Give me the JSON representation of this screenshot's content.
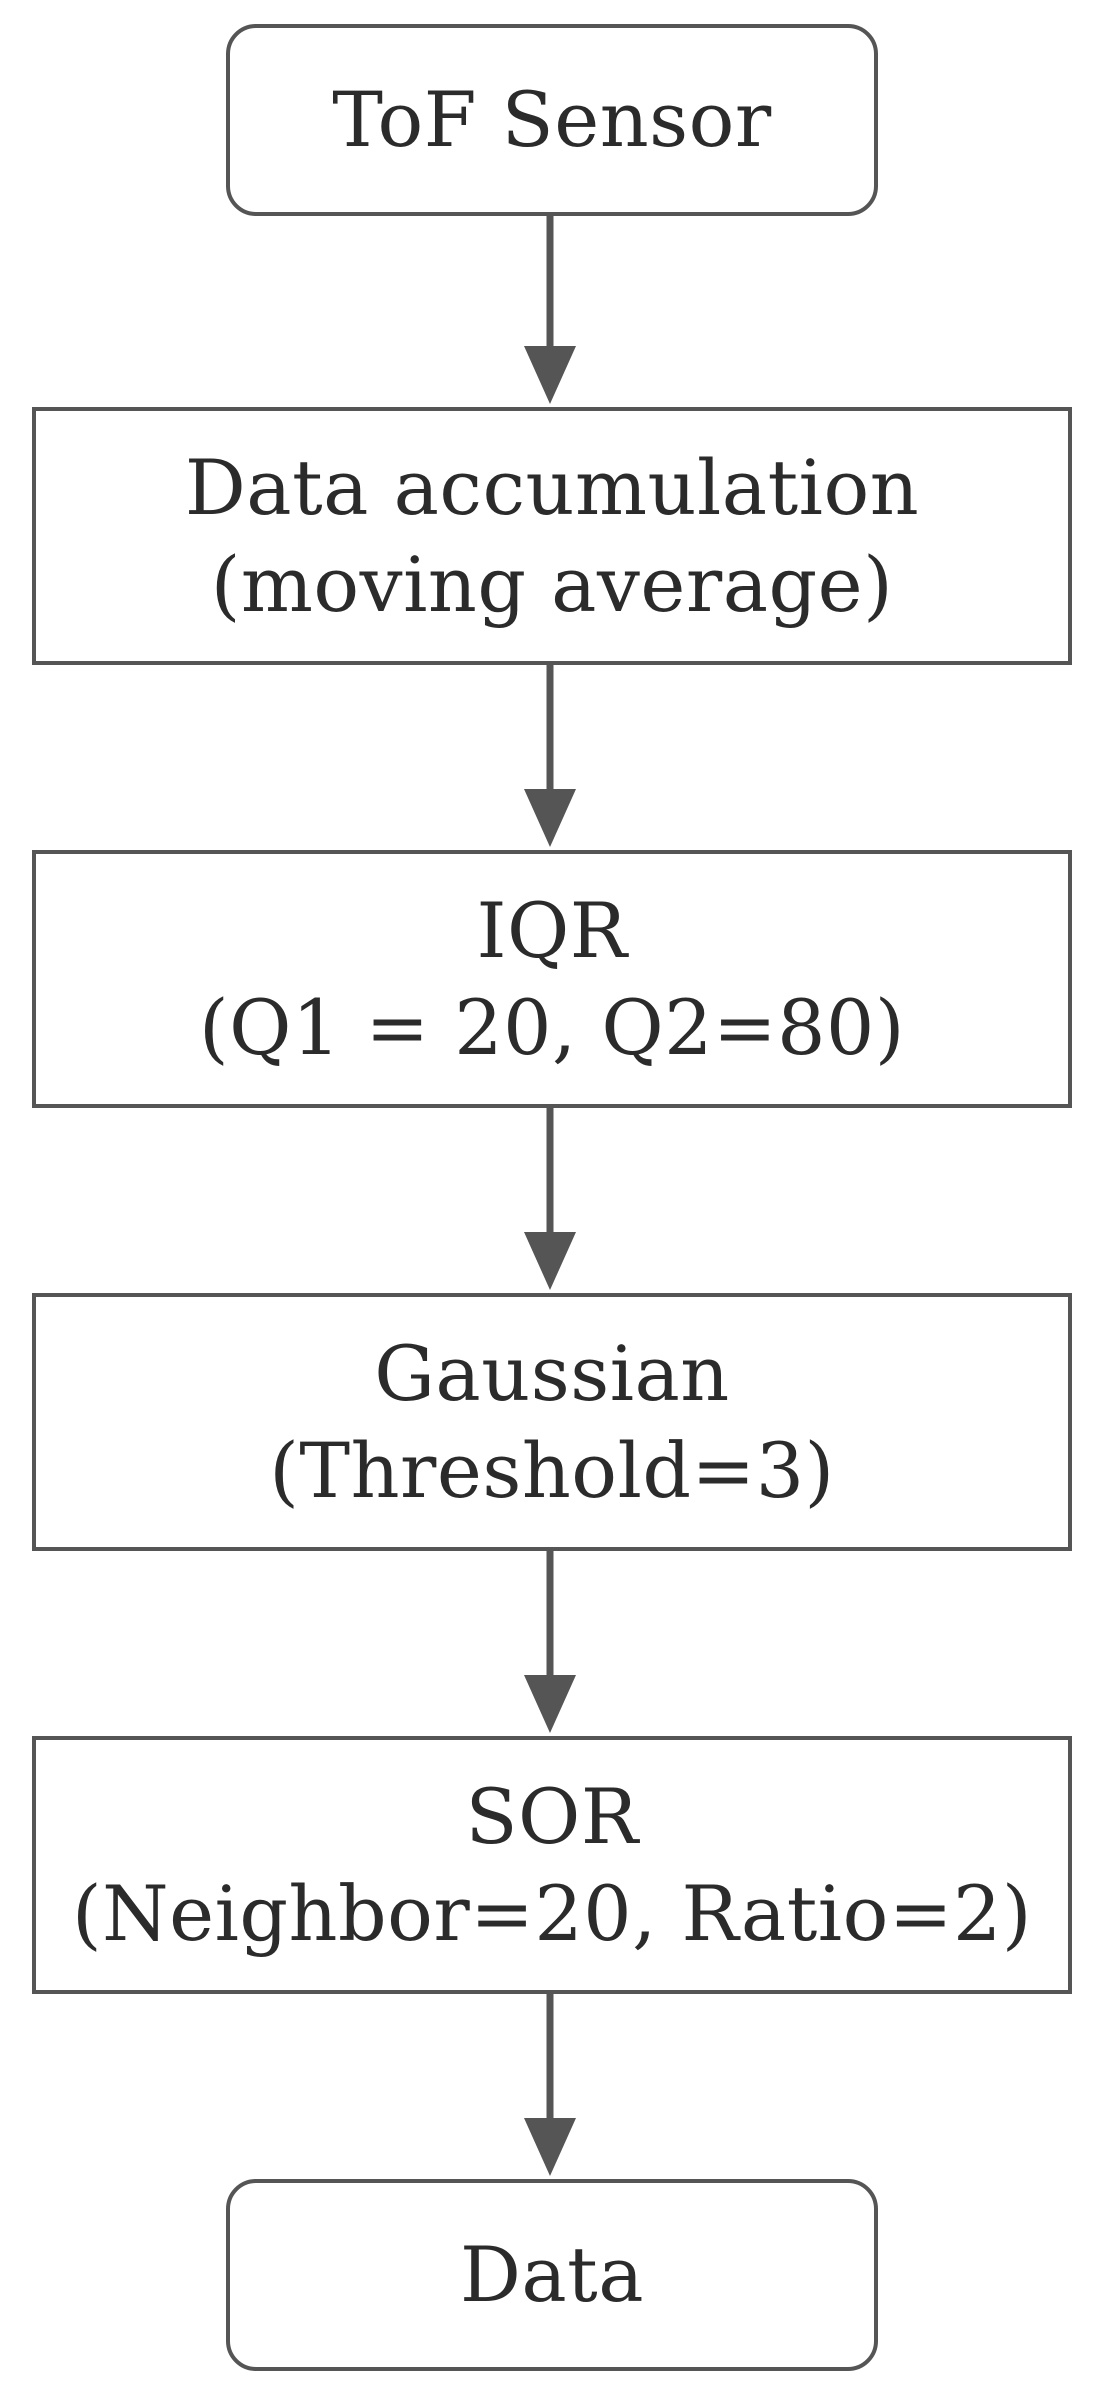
{
  "flowchart": {
    "nodes": [
      {
        "id": "tof-sensor",
        "shape": "rounded",
        "lines": [
          "ToF Sensor"
        ]
      },
      {
        "id": "data-accumulation",
        "shape": "rect",
        "lines": [
          "Data accumulation",
          "(moving average)"
        ]
      },
      {
        "id": "iqr",
        "shape": "rect",
        "lines": [
          "IQR",
          "(Q1 = 20, Q2=80)"
        ]
      },
      {
        "id": "gaussian",
        "shape": "rect",
        "lines": [
          "Gaussian",
          "(Threshold=3)"
        ]
      },
      {
        "id": "sor",
        "shape": "rect",
        "lines": [
          "SOR",
          "(Neighbor=20, Ratio=2)"
        ]
      },
      {
        "id": "data",
        "shape": "rounded",
        "lines": [
          "Data"
        ]
      }
    ],
    "edges": [
      {
        "from": "tof-sensor",
        "to": "data-accumulation"
      },
      {
        "from": "data-accumulation",
        "to": "iqr"
      },
      {
        "from": "iqr",
        "to": "gaussian"
      },
      {
        "from": "gaussian",
        "to": "sor"
      },
      {
        "from": "sor",
        "to": "data"
      }
    ],
    "colors": {
      "stroke": "#555555",
      "text": "#2b2b2b",
      "background": "#ffffff"
    }
  }
}
